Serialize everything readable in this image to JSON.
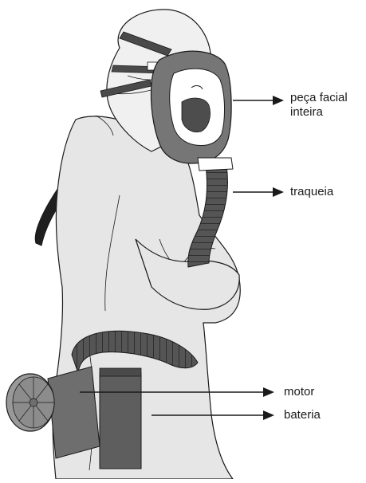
{
  "colors": {
    "outline": "#1a1a1a",
    "suit": "#e6e6e6",
    "mask": "#767676",
    "hose": "#555555",
    "strap": "#4a4a4a",
    "battery": "#6e6e6e",
    "motor": "#8c8c8c",
    "lens": "#ffffff",
    "filter_face": "#999999"
  },
  "labels": {
    "face_piece_line1": "peça facial",
    "face_piece_line2": "inteira",
    "hose": "traqueia",
    "motor": "motor",
    "battery": "bateria"
  },
  "icons": {
    "arrow": "right-arrow-icon"
  }
}
